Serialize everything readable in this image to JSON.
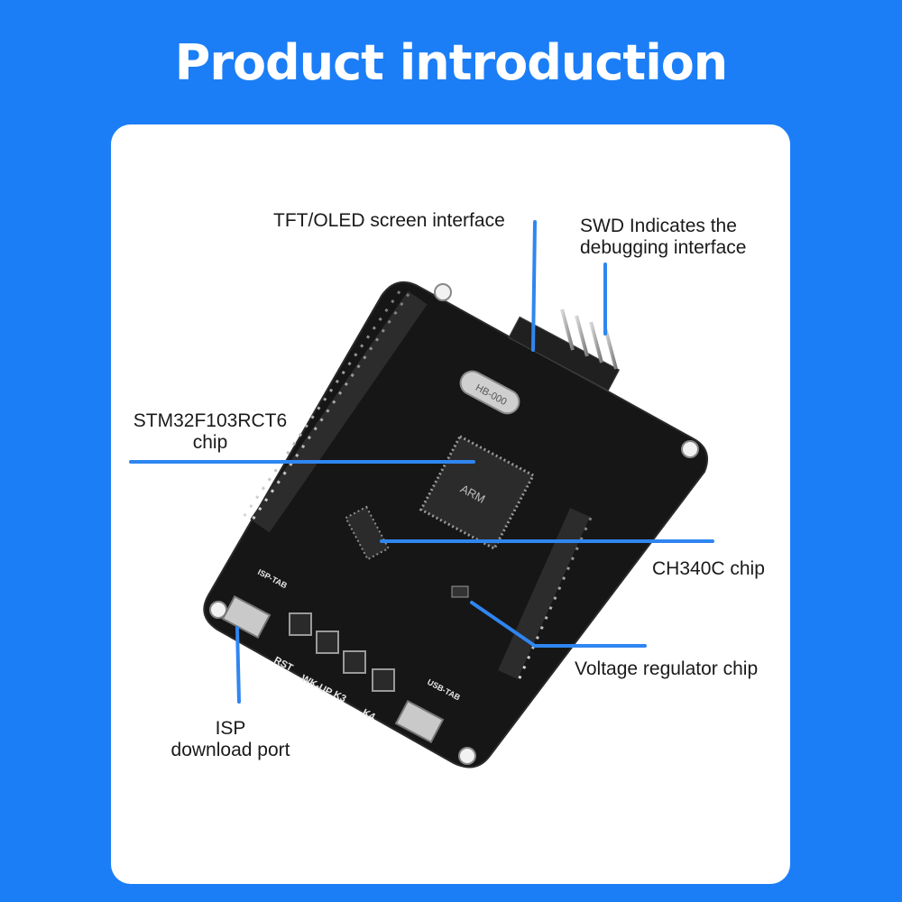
{
  "header": {
    "title": "Product introduction"
  },
  "labels": {
    "tft": "TFT/OLED screen interface",
    "swd_line1": "SWD Indicates the",
    "swd_line2": "debugging interface",
    "stm_line1": "STM32F103RCT6",
    "stm_line2": "chip",
    "ch340": "CH340C chip",
    "regulator": "Voltage regulator chip",
    "isp_line1": "ISP",
    "isp_line2": "download port"
  },
  "board_markings": {
    "crystal": "HB-000",
    "chip_brand": "ARM",
    "buttons": [
      "RST",
      "WK-UP",
      "K3",
      "K4"
    ],
    "isp_tag": "ISP-TAB",
    "usb_tag": "USB-TAB"
  },
  "colors": {
    "background": "#1b7ef6",
    "card": "#ffffff",
    "callout_line": "#2f86f0",
    "pcb": "#161616"
  }
}
